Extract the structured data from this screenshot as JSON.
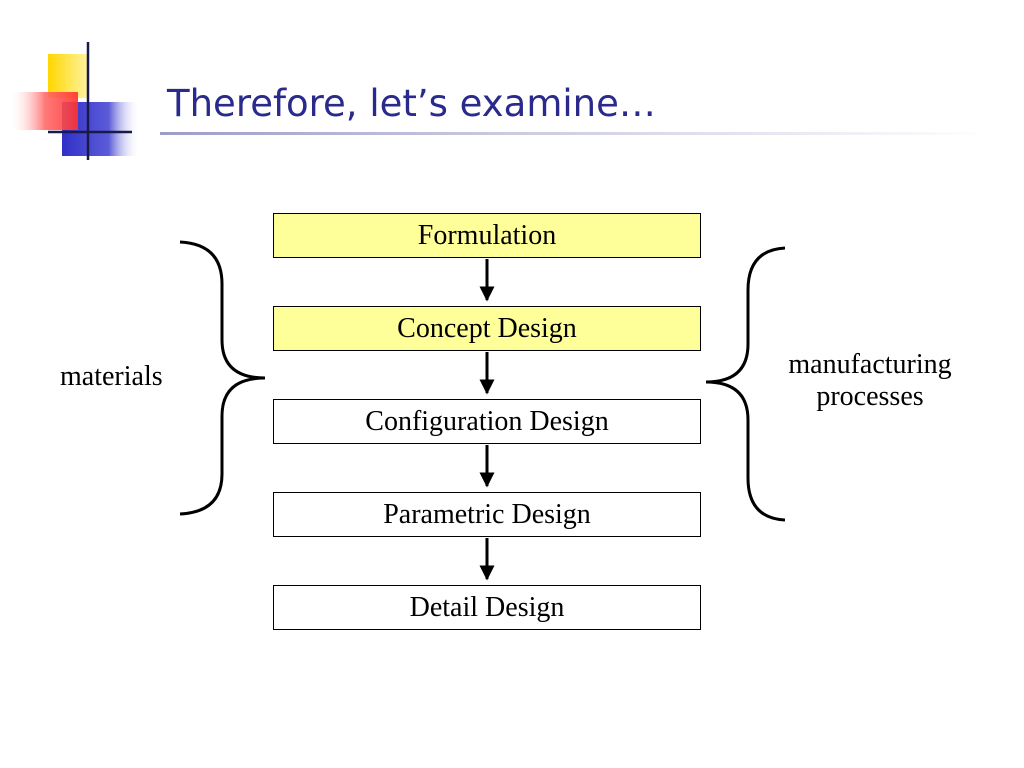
{
  "slide": {
    "title": "Therefore, let’s examine…"
  },
  "flow": {
    "steps": [
      {
        "label": "Formulation",
        "highlighted": true
      },
      {
        "label": "Concept Design",
        "highlighted": true
      },
      {
        "label": "Configuration Design",
        "highlighted": false
      },
      {
        "label": "Parametric Design",
        "highlighted": false
      },
      {
        "label": "Detail Design",
        "highlighted": false
      }
    ]
  },
  "brackets": {
    "left_label": "materials",
    "right_label_line1": "manufacturing",
    "right_label_line2": "processes"
  },
  "colors": {
    "title": "#2a2a8c",
    "highlight_fill": "#ffff99",
    "plain_fill": "#ffffff",
    "logo_yellow": "#ffd700",
    "logo_red": "#ff4040",
    "logo_blue": "#3333cc"
  }
}
